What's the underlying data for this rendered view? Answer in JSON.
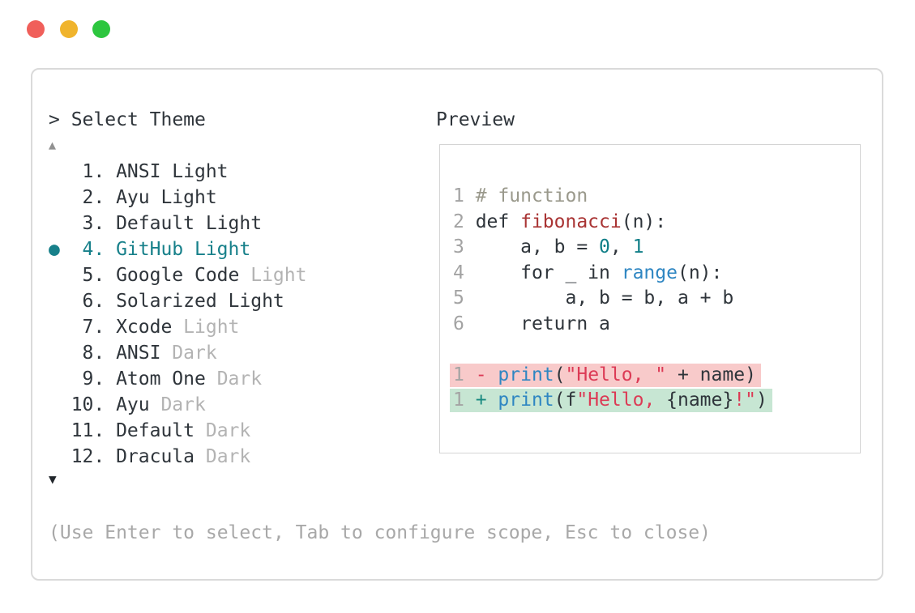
{
  "colors": {
    "traffic_red": "#f05f5a",
    "traffic_yellow": "#f0b42d",
    "traffic_green": "#2dc63f",
    "accent_teal": "#17808a",
    "text_dark": "#2f353b",
    "text_gray": "#a8a8a8",
    "variant_gray": "#b3b3b3",
    "line_number_gray": "#a3a3a3",
    "comment": "#9a998c",
    "function_red": "#a93434",
    "number_teal": "#0f7e87",
    "builtin_blue": "#2e86c2",
    "string_red": "#dc3a55",
    "diff_plus_teal": "#1a8a80",
    "diff_removed_bg": "#f8caca",
    "diff_added_bg": "#c7e6d3"
  },
  "picker": {
    "prompt": ">",
    "title": "Select Theme",
    "scroll_up": "▲",
    "scroll_down": "▼",
    "selected_marker": "●",
    "items": [
      {
        "number": "1",
        "name": "ANSI Light",
        "variant": "",
        "selected": false
      },
      {
        "number": "2",
        "name": "Ayu Light",
        "variant": "",
        "selected": false
      },
      {
        "number": "3",
        "name": "Default Light",
        "variant": "",
        "selected": false
      },
      {
        "number": "4",
        "name": "GitHub Light",
        "variant": "",
        "selected": true
      },
      {
        "number": "5",
        "name": "Google Code",
        "variant": "Light",
        "selected": false
      },
      {
        "number": "6",
        "name": "Solarized Light",
        "variant": "",
        "selected": false
      },
      {
        "number": "7",
        "name": "Xcode",
        "variant": "Light",
        "selected": false
      },
      {
        "number": "8",
        "name": "ANSI",
        "variant": "Dark",
        "selected": false
      },
      {
        "number": "9",
        "name": "Atom One",
        "variant": "Dark",
        "selected": false
      },
      {
        "number": "10",
        "name": "Ayu",
        "variant": "Dark",
        "selected": false
      },
      {
        "number": "11",
        "name": "Default",
        "variant": "Dark",
        "selected": false
      },
      {
        "number": "12",
        "name": "Dracula",
        "variant": "Dark",
        "selected": false
      }
    ],
    "hint": "(Use Enter to select, Tab to configure scope, Esc to close)"
  },
  "preview": {
    "title": "Preview",
    "lines": [
      {
        "num": "1",
        "tokens": [
          {
            "t": "# function",
            "c": "comment"
          }
        ]
      },
      {
        "num": "2",
        "tokens": [
          {
            "t": "def ",
            "c": "text"
          },
          {
            "t": "fibonacci",
            "c": "function"
          },
          {
            "t": "(n):",
            "c": "text"
          }
        ]
      },
      {
        "num": "3",
        "tokens": [
          {
            "t": "    a, b = ",
            "c": "text"
          },
          {
            "t": "0",
            "c": "number"
          },
          {
            "t": ", ",
            "c": "text"
          },
          {
            "t": "1",
            "c": "number"
          }
        ]
      },
      {
        "num": "4",
        "tokens": [
          {
            "t": "    for _ in ",
            "c": "text"
          },
          {
            "t": "range",
            "c": "builtin"
          },
          {
            "t": "(n):",
            "c": "text"
          }
        ]
      },
      {
        "num": "5",
        "tokens": [
          {
            "t": "        a, b = b, a + b",
            "c": "text"
          }
        ]
      },
      {
        "num": "6",
        "tokens": [
          {
            "t": "    return a",
            "c": "text"
          }
        ]
      },
      {
        "num": "",
        "tokens": []
      },
      {
        "num": "1",
        "diff": "removed",
        "tokens": [
          {
            "t": "- ",
            "c": "removed-sign"
          },
          {
            "t": "print",
            "c": "builtin"
          },
          {
            "t": "(",
            "c": "text"
          },
          {
            "t": "\"Hello, \"",
            "c": "string"
          },
          {
            "t": " + name)",
            "c": "text"
          }
        ]
      },
      {
        "num": "1",
        "diff": "added",
        "tokens": [
          {
            "t": "+ ",
            "c": "added-sign"
          },
          {
            "t": "print",
            "c": "builtin"
          },
          {
            "t": "(f",
            "c": "text"
          },
          {
            "t": "\"Hello, ",
            "c": "string"
          },
          {
            "t": "{name}",
            "c": "text"
          },
          {
            "t": "!\"",
            "c": "string"
          },
          {
            "t": ")",
            "c": "text"
          }
        ]
      }
    ]
  }
}
